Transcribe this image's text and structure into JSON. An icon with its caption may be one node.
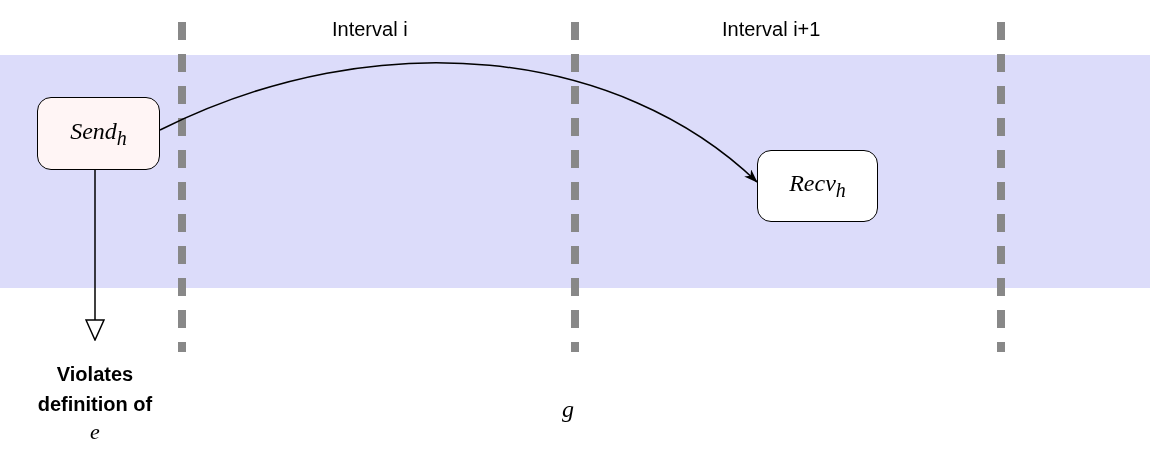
{
  "diagram": {
    "nodes": [
      {
        "text": [
          "Send$_{h}$"
        ]
      },
      {
        "text": [
          "Recv$_{h}$"
        ]
      },
      {
        "text": [
          "Violates definition of",
          "e"
        ]
      }
    ],
    "edges": [
      {
        "from": 0,
        "to": 1,
        "arrow": "to"
      },
      {
        "from": 0,
        "to": 2,
        "arrow": "to"
      }
    ],
    "labels": [
      "Interval i",
      "Interval i+1",
      "g"
    ]
  }
}
